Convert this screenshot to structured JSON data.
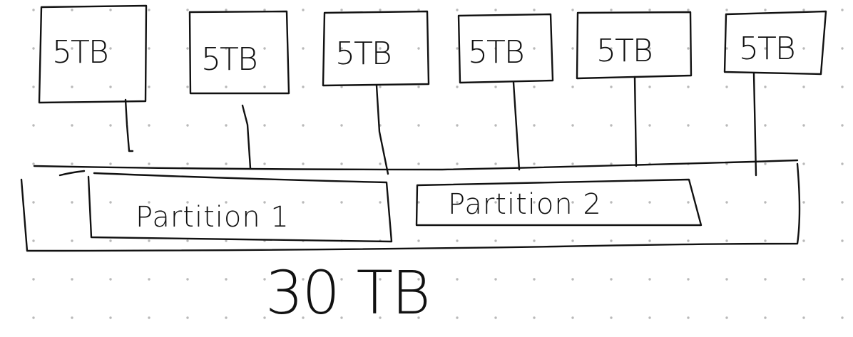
{
  "disks": [
    {
      "label": "5TB"
    },
    {
      "label": "5TB"
    },
    {
      "label": "5TB"
    },
    {
      "label": "5TB"
    },
    {
      "label": "5TB"
    },
    {
      "label": "5TB"
    }
  ],
  "partitions": [
    {
      "label": "Partition 1"
    },
    {
      "label": "Partition 2"
    }
  ],
  "total": {
    "label": "30 TB"
  },
  "colors": {
    "ink": "#111111",
    "grid_dot": "#b9b9b9",
    "background": "#ffffff"
  }
}
